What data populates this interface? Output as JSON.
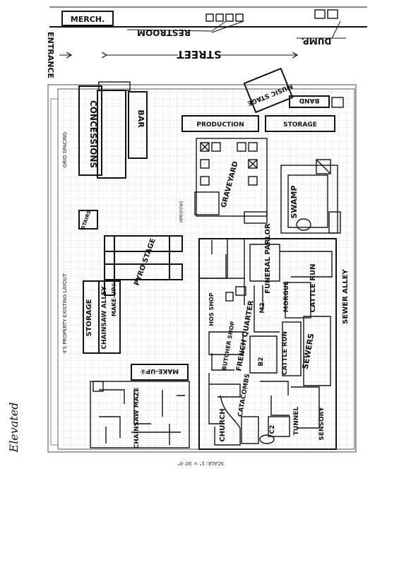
{
  "top": {
    "merch": "MERCH.",
    "restroom": "RESTROOM",
    "dump": "DUMP.",
    "street": "STREET",
    "entrance": "ENTRANCE"
  },
  "areas": {
    "music_stage": "MUSIC STAGE",
    "band": "BAND",
    "concessions": "CONCESSIONS",
    "bar": "BAR",
    "grid_spacing": "GRID SPACING",
    "production": "PRODUCTION",
    "storage_top": "STORAGE",
    "graveyard": "GRAVEYARD",
    "driveway": "DRIVEWAY",
    "swamp": "SWAMP",
    "stairs": "STAIRS",
    "pyro_stage": "PYRO STAGE",
    "existing_layout": "4'S PROPERTY EXISTING LAYOUT",
    "storage_left": "STORAGE",
    "chainsaw_alley": "CHAINSAW ALLEY",
    "make_up_1": "MAKE-UP①",
    "make_up_2": "MAKE-UP②",
    "chainsaw_maze": "CHAINSAW MAZE",
    "hos_shop": "HOS SHOP",
    "funeral_parlor": "FUNERAL PARLOR",
    "morgue": "MORGUE",
    "m2": "M2",
    "french_quarter": "FRENCH QUARTER",
    "cattle_run_1": "CATTLE RUN",
    "cattle_run_2": "CATTLE RUN",
    "sewer_alley": "SEWER ALLEY",
    "butcher_shop": "BUTCHER SHOP",
    "b2": "B2",
    "sewers": "SEWERS",
    "catacombs": "CATACOMBS",
    "tunnel": "TUNNEL",
    "sensory": "SENSORY",
    "church": "CHURCH",
    "c2": "C2",
    "scale_note": "SCALE: 1\" = 30'-0\""
  },
  "annotation": {
    "elevated": "Elevated"
  }
}
